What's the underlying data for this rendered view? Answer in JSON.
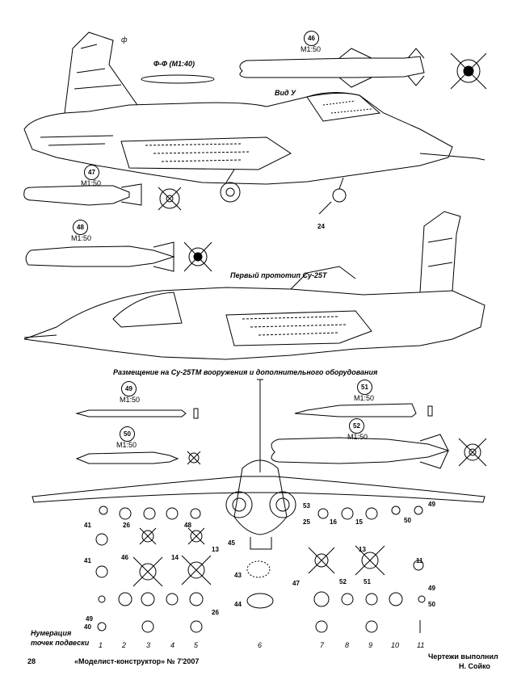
{
  "labels": {
    "section_f": "ф",
    "section_ff": "Ф-Ф (М1:40)",
    "view_u": "Вид У",
    "first_prototype": "Первый прототип Су-25Т",
    "placement": "Размещение на Су-25ТМ вооружения и дополнительного оборудования",
    "numbering": "Нумерация\nточек подвески"
  },
  "items": [
    {
      "num": "46",
      "scale": "М1:50"
    },
    {
      "num": "47",
      "scale": "М1:50"
    },
    {
      "num": "48",
      "scale": "М1:50"
    },
    {
      "num": "49",
      "scale": "М1:50"
    },
    {
      "num": "50",
      "scale": "М1:50"
    },
    {
      "num": "51",
      "scale": "М1:50"
    },
    {
      "num": "52",
      "scale": "М1:50"
    }
  ],
  "callouts": [
    "24",
    "26",
    "48",
    "41",
    "41",
    "46",
    "14",
    "13",
    "45",
    "43",
    "44",
    "53",
    "25",
    "16",
    "15",
    "13",
    "52",
    "51",
    "47",
    "50",
    "49",
    "49",
    "50",
    "49",
    "40",
    "26",
    "11"
  ],
  "pylons": [
    "1",
    "2",
    "3",
    "4",
    "5",
    "6",
    "7",
    "8",
    "9",
    "10",
    "11"
  ],
  "footer": {
    "page": "28",
    "magazine": "«Моделист-конструктор» № 7'2007",
    "credit_line1": "Чертежи выполнил",
    "credit_line2": "Н. Сойко"
  }
}
